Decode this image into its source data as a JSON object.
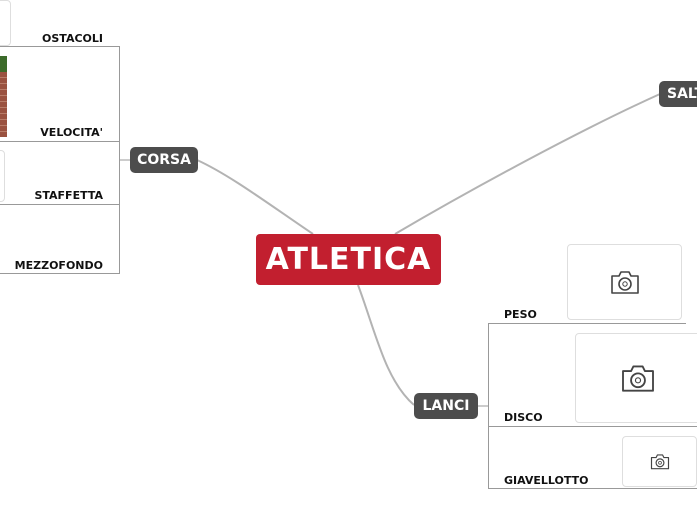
{
  "central": {
    "label": "ATLETICA"
  },
  "topics": {
    "corsa": {
      "label": "CORSA"
    },
    "salti": {
      "label": "SALTI"
    },
    "lanci": {
      "label": "LANCI"
    }
  },
  "corsa_items": [
    "OSTACOLI",
    "VELOCITA'",
    "STAFFETTA",
    "MEZZOFONDO"
  ],
  "lanci_items": [
    "PESO",
    "DISCO",
    "GIAVELLOTTO"
  ],
  "colors": {
    "central": "#c21f2f",
    "topic": "#4d4d4d",
    "connector": "#b0b0b0"
  },
  "icons": [
    "camera-icon"
  ]
}
